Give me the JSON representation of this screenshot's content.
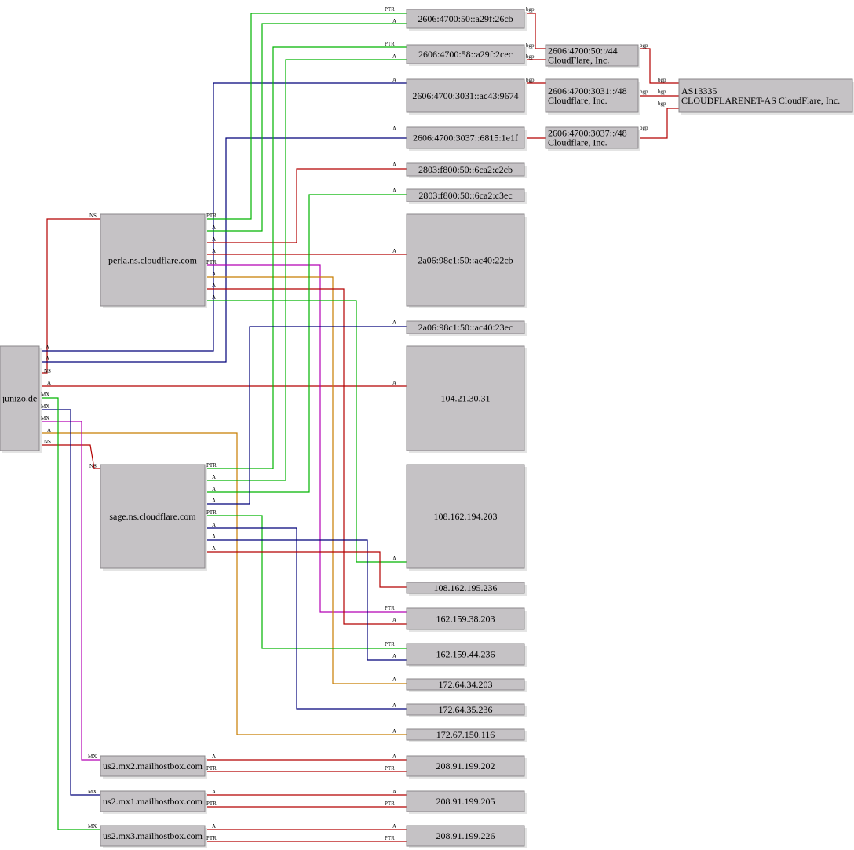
{
  "colors": {
    "red": "#b40000",
    "green": "#00b400",
    "blue": "#00007a",
    "orange": "#c77d00",
    "magenta": "#b400b4"
  },
  "nodes": [
    {
      "id": "junizo",
      "lines": [
        "junizo.de"
      ],
      "align": "center"
    },
    {
      "id": "perla",
      "lines": [
        "perla.ns.cloudflare.com"
      ],
      "align": "center"
    },
    {
      "id": "sage",
      "lines": [
        "sage.ns.cloudflare.com"
      ],
      "align": "center"
    },
    {
      "id": "mx2",
      "lines": [
        "us2.mx2.mailhostbox.com"
      ],
      "align": "center"
    },
    {
      "id": "mx1",
      "lines": [
        "us2.mx1.mailhostbox.com"
      ],
      "align": "center"
    },
    {
      "id": "mx3",
      "lines": [
        "us2.mx3.mailhostbox.com"
      ],
      "align": "center"
    },
    {
      "id": "ip6a",
      "lines": [
        "2606:4700:50::a29f:26cb"
      ],
      "align": "center"
    },
    {
      "id": "ip6b",
      "lines": [
        "2606:4700:58::a29f:2cec"
      ],
      "align": "center"
    },
    {
      "id": "ip6c",
      "lines": [
        "2606:4700:3031::ac43:9674"
      ],
      "align": "center"
    },
    {
      "id": "ip6d",
      "lines": [
        "2606:4700:3037::6815:1e1f"
      ],
      "align": "center"
    },
    {
      "id": "ip6e",
      "lines": [
        "2803:f800:50::6ca2:c2cb"
      ],
      "align": "center"
    },
    {
      "id": "ip6f",
      "lines": [
        "2803:f800:50::6ca2:c3ec"
      ],
      "align": "center"
    },
    {
      "id": "ip6g",
      "lines": [
        "2a06:98c1:50::ac40:22cb"
      ],
      "align": "center"
    },
    {
      "id": "ip6h",
      "lines": [
        "2a06:98c1:50::ac40:23ec"
      ],
      "align": "center"
    },
    {
      "id": "ip4a",
      "lines": [
        "104.21.30.31"
      ],
      "align": "center"
    },
    {
      "id": "ip4b",
      "lines": [
        "108.162.194.203"
      ],
      "align": "center"
    },
    {
      "id": "ip4c",
      "lines": [
        "108.162.195.236"
      ],
      "align": "center"
    },
    {
      "id": "ip4d",
      "lines": [
        "162.159.38.203"
      ],
      "align": "center"
    },
    {
      "id": "ip4e",
      "lines": [
        "162.159.44.236"
      ],
      "align": "center"
    },
    {
      "id": "ip4f",
      "lines": [
        "172.64.34.203"
      ],
      "align": "center"
    },
    {
      "id": "ip4g",
      "lines": [
        "172.64.35.236"
      ],
      "align": "center"
    },
    {
      "id": "ip4h",
      "lines": [
        "172.67.150.116"
      ],
      "align": "center"
    },
    {
      "id": "ip4i",
      "lines": [
        "208.91.199.202"
      ],
      "align": "center"
    },
    {
      "id": "ip4j",
      "lines": [
        "208.91.199.205"
      ],
      "align": "center"
    },
    {
      "id": "ip4k",
      "lines": [
        "208.91.199.226"
      ],
      "align": "center"
    },
    {
      "id": "net44",
      "lines": [
        "2606:4700:50::/44",
        "CloudFlare, Inc."
      ],
      "align": "left"
    },
    {
      "id": "net48a",
      "lines": [
        "2606:4700:3031::/48",
        "Cloudflare, Inc."
      ],
      "align": "left"
    },
    {
      "id": "net48b",
      "lines": [
        "2606:4700:3037::/48",
        "Cloudflare, Inc."
      ],
      "align": "left"
    },
    {
      "id": "as",
      "lines": [
        "AS13335",
        "CLOUDFLARENET-AS CloudFlare, Inc."
      ],
      "align": "left"
    }
  ],
  "edge_labels": {
    "ns": "NS",
    "a": "A",
    "mx": "MX",
    "ptr": "PTR",
    "bgp": "bgp"
  }
}
